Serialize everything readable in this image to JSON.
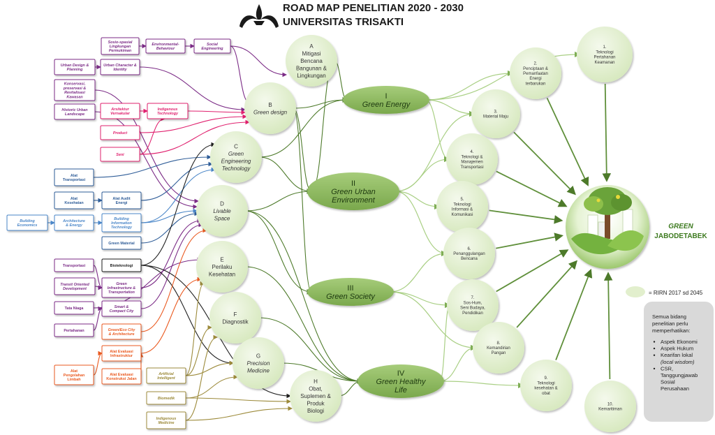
{
  "header": {
    "title_line1": "ROAD MAP PENELITIAN 2020 - 2030",
    "title_line2": "UNIVERSITAS TRISAKTI"
  },
  "center": {
    "label_line1": "GREEN",
    "label_line2": "JABODETABEK"
  },
  "legend": {
    "label": "= RIRN 2017 sd 2045"
  },
  "note": {
    "intro": [
      "Semua bidang",
      "penelitian perlu",
      "memperhatikan:"
    ],
    "items": [
      [
        "Aspek Ekonomi"
      ],
      [
        "Aspek Hukum"
      ],
      [
        "Kearifan lokal",
        "(local wisdom)"
      ],
      [
        "CSR,",
        "Tanggungjawab",
        "Sosial",
        "Perusahaan"
      ]
    ]
  },
  "themes": [
    {
      "num": "I",
      "l1": "Green Energy",
      "l2": ""
    },
    {
      "num": "II",
      "l1": "Green Urban",
      "l2": "Environment"
    },
    {
      "num": "III",
      "l1": "Green Society",
      "l2": ""
    },
    {
      "num": "IV",
      "l1": "Green Healthy",
      "l2": "Life"
    }
  ],
  "mid_circles": [
    {
      "letter": "A",
      "lines": [
        "Mitigasi",
        "Bencana",
        "Bangunan &",
        "Lingkungan"
      ]
    },
    {
      "letter": "B",
      "lines": [
        "Green design"
      ]
    },
    {
      "letter": "C",
      "lines": [
        "Green",
        "Engineering",
        "Technology"
      ]
    },
    {
      "letter": "D",
      "lines": [
        "Livable",
        "Space"
      ]
    },
    {
      "letter": "E",
      "lines": [
        "Perilaku",
        "Kesehatan"
      ]
    },
    {
      "letter": "F",
      "lines": [
        "Diagnostik"
      ]
    },
    {
      "letter": "G",
      "lines": [
        "Precision",
        "Medicine"
      ]
    },
    {
      "letter": "H",
      "lines": [
        "Obat,",
        "Suplemen &",
        "Produk",
        "Biologi"
      ]
    }
  ],
  "rirn": [
    {
      "num": "1.",
      "lines": [
        "Teknologi",
        "Pertahanan",
        "Keamanan"
      ]
    },
    {
      "num": "2.",
      "lines": [
        "Penciptaan &",
        "Pemanfaatan",
        "Energi",
        "terbarukan"
      ]
    },
    {
      "num": "3.",
      "lines": [
        "Material Maju"
      ]
    },
    {
      "num": "4.",
      "lines": [
        "Teknologi &",
        "Manajemen",
        "Transportasi"
      ]
    },
    {
      "num": "5.",
      "lines": [
        "Teknologi",
        "Informasi &",
        "Komunikasi"
      ]
    },
    {
      "num": "6.",
      "lines": [
        "Penanggulangan",
        "Bencana"
      ]
    },
    {
      "num": "7.",
      "lines": [
        "Sos-Hum,",
        "Seni Budaya,",
        "Pendidikan"
      ]
    },
    {
      "num": "8.",
      "lines": [
        "Kemandirian",
        "Pangan"
      ]
    },
    {
      "num": "9.",
      "lines": [
        "Teknologi",
        "kesehatan &",
        "obat"
      ]
    },
    {
      "num": "10.",
      "lines": [
        "Kemaritiman"
      ]
    }
  ],
  "boxes": [
    {
      "id": "sosio",
      "lines": [
        "Sosio-spasial",
        "Lingkungan",
        "Permukiman"
      ]
    },
    {
      "id": "envbeh",
      "lines": [
        "Environmental-",
        "Behaviour"
      ]
    },
    {
      "id": "social",
      "lines": [
        "Social",
        "Engineering"
      ]
    },
    {
      "id": "urbandesign",
      "lines": [
        "Urban Design  &",
        "Planning"
      ]
    },
    {
      "id": "urbanchar",
      "lines": [
        "Urban Character &",
        "Identity"
      ]
    },
    {
      "id": "konservasi",
      "lines": [
        "Konservasi,",
        "preservasi  &",
        "Revitalisasi",
        "Kawasan"
      ]
    },
    {
      "id": "historic",
      "lines": [
        "Historic Urban",
        "Landscape"
      ]
    },
    {
      "id": "arsitektur",
      "lines": [
        "Arsitektur",
        "Vernakular"
      ]
    },
    {
      "id": "indigenous",
      "lines": [
        "Indigenous",
        "Technology"
      ]
    },
    {
      "id": "product",
      "lines": [
        "Product"
      ]
    },
    {
      "id": "seni",
      "lines": [
        "Seni"
      ]
    },
    {
      "id": "alattrans",
      "lines": [
        "Alat",
        "Transportasi"
      ]
    },
    {
      "id": "alatkes",
      "lines": [
        "Alat",
        "Kesehatan"
      ]
    },
    {
      "id": "alataudit",
      "lines": [
        "Alat Audit",
        "Energi"
      ]
    },
    {
      "id": "buildecon",
      "lines": [
        "Building",
        "Economics"
      ]
    },
    {
      "id": "archenergy",
      "lines": [
        "Architecture",
        "& Energy"
      ]
    },
    {
      "id": "bim",
      "lines": [
        "Building",
        "Information",
        "Technology"
      ]
    },
    {
      "id": "greenmat",
      "lines": [
        "Green Material"
      ]
    },
    {
      "id": "transportasi",
      "lines": [
        "Transportasi"
      ]
    },
    {
      "id": "bioteknologi",
      "lines": [
        "Bioteknologi"
      ]
    },
    {
      "id": "tod",
      "lines": [
        "Transit  Oriented",
        "Development"
      ]
    },
    {
      "id": "greeninfra",
      "lines": [
        "Green",
        "Infrastructure &",
        "Transportation"
      ]
    },
    {
      "id": "tataniaga",
      "lines": [
        "Tata Niaga"
      ]
    },
    {
      "id": "smartcity",
      "lines": [
        "Smart &",
        "Compact City"
      ]
    },
    {
      "id": "pertahanan",
      "lines": [
        "Pertahanan"
      ]
    },
    {
      "id": "ecocity",
      "lines": [
        "Green/Eco City",
        "& Architecture"
      ]
    },
    {
      "id": "alatinfra",
      "lines": [
        "Alat Evaluasi",
        "Infrastruktur"
      ]
    },
    {
      "id": "alatpengolah",
      "lines": [
        "Alat",
        "Pengolahan",
        "Limbah"
      ]
    },
    {
      "id": "alatkonstruksi",
      "lines": [
        "Alat Evaluasi",
        "Konstruksi  Jalan"
      ]
    },
    {
      "id": "ai",
      "lines": [
        "Artificial",
        "Intelligent"
      ]
    },
    {
      "id": "biomedik",
      "lines": [
        "Biomedik"
      ]
    },
    {
      "id": "indmed",
      "lines": [
        "Indigenous",
        "Medicine"
      ]
    }
  ],
  "colors": {
    "energy": "#88b65a",
    "light": "#e2efcd",
    "mid": "#cfe3b1",
    "purple": "#7b2b86",
    "pink": "#e0206e",
    "blue": "#2f5d98",
    "lightblue": "#4a86c8",
    "black": "#1f1f1f",
    "orange": "#ea5a20",
    "olive": "#9c8a3a",
    "arrow": "#8fb866"
  }
}
